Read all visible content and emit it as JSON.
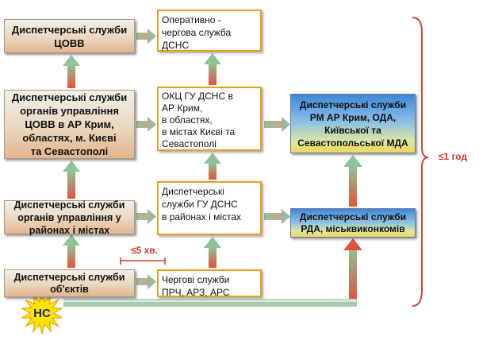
{
  "left_column": {
    "b1": "Диспетчерські служби\nЦОВВ",
    "b2": "Диспетчерські служби\nорганів управління\nЦОВВ в АР Крим,\nобластях, м. Києві\nта Севастополі",
    "b3": "Диспетчерські служби\nорганів управління у\nрайонах і містах",
    "b4": "Диспетчерські служби\nоб'єктів"
  },
  "middle_column": {
    "m1": "Оперативно -\nчергова служба\nДСНС",
    "m2": "ОКЦ ГУ ДСНС в\nАР Крим,\n в областях,\nв містах Києві та\nСевастополі",
    "m3": " Диспетчерські\nслужби ГУ ДСНС\n в районах і містах",
    "m4": "Чергові служби\nПРЧ, АРЗ, АРС"
  },
  "right_column": {
    "r1": "Диспетчерські служби\nРМ АР Крим, ОДА,\nКиївської та\nСевастопольської МДА",
    "r2": "Диспетчерські служби\nРДА, міськвиконкомів"
  },
  "labels": {
    "time_5min": "≤5 хв.",
    "time_1year": "≤1 год",
    "ns": "НС"
  },
  "colors": {
    "arrow_green": "#8cc49a",
    "arrow_red": "#e2543a",
    "label_red": "#d23a2a",
    "bracket_red": "#d2453a",
    "ns_fill": "#ffe200"
  }
}
